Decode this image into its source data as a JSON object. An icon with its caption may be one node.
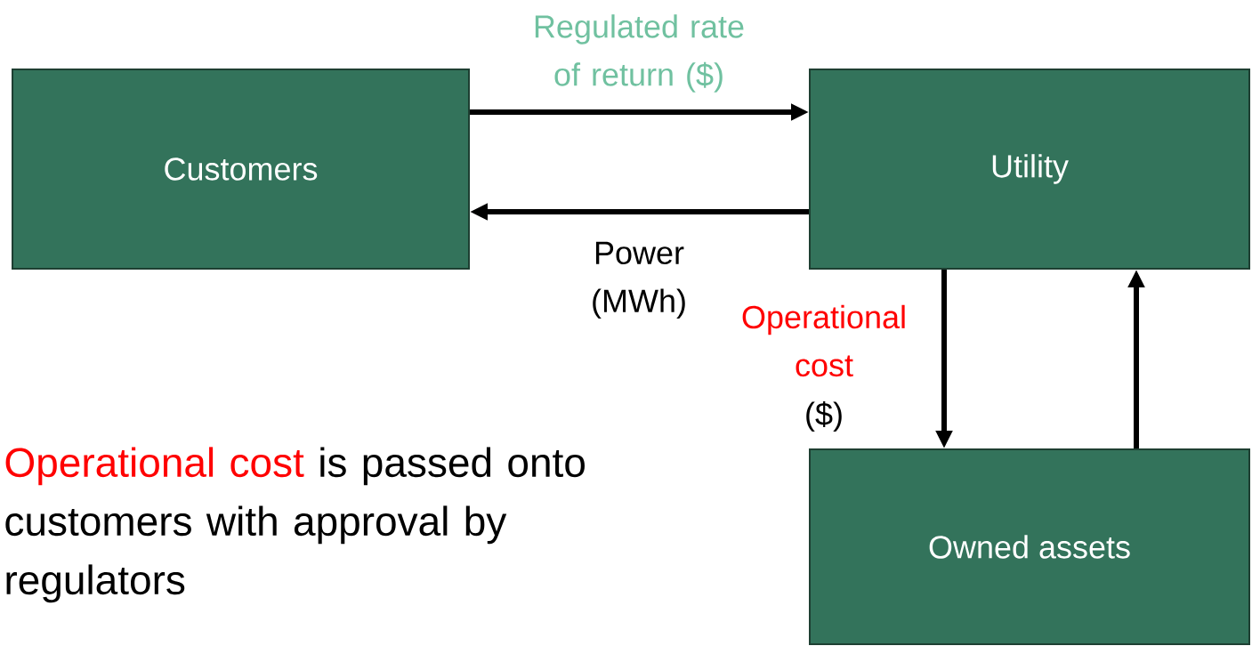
{
  "diagram": {
    "nodes": [
      {
        "text": [
          "Customers"
        ]
      },
      {
        "text": [
          "Utility"
        ]
      },
      {
        "text": [
          "Owned assets"
        ]
      }
    ],
    "edges": [
      {
        "from": 0,
        "to": 1,
        "arrow": "to",
        "label": "Regulated rate of return ($)"
      },
      {
        "from": 1,
        "to": 0,
        "arrow": "to",
        "label": "Power (MWh)"
      },
      {
        "from": 1,
        "to": 2,
        "arrow": "to",
        "label": "Operational cost"
      },
      {
        "from": 2,
        "to": 1,
        "arrow": "to"
      }
    ],
    "labels": [
      "($)",
      "Operational cost",
      "is passed onto customers with approval by regulators"
    ]
  }
}
